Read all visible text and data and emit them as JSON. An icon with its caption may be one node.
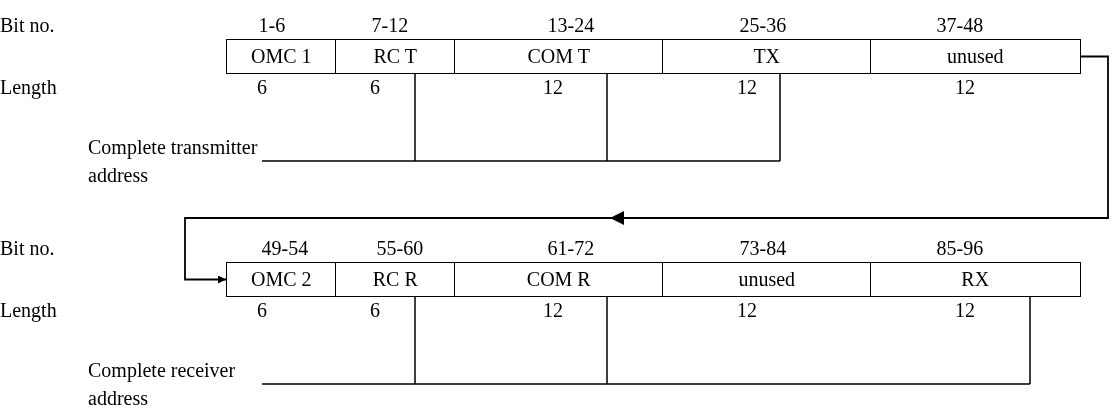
{
  "diagram": {
    "nodes": [
      {
        "text": [
          "OMC 1"
        ]
      },
      {
        "text": [
          "RC T"
        ]
      },
      {
        "text": [
          "COM T"
        ]
      },
      {
        "text": [
          "TX"
        ]
      },
      {
        "text": [
          "unused"
        ]
      },
      {
        "text": [
          "Complete transmitter address"
        ]
      },
      {
        "text": [
          "OMC 2"
        ]
      },
      {
        "text": [
          "RC R"
        ]
      },
      {
        "text": [
          "COM R"
        ]
      },
      {
        "text": [
          "unused"
        ]
      },
      {
        "text": [
          "RX"
        ]
      },
      {
        "text": [
          "Complete receiver address"
        ]
      }
    ],
    "edges": [
      {
        "from": 4,
        "to": 6,
        "arrow": "to"
      },
      {
        "from": 5,
        "to": 1,
        "arrow": "none"
      },
      {
        "from": 5,
        "to": 2,
        "arrow": "none"
      },
      {
        "from": 5,
        "to": 3,
        "arrow": "none"
      },
      {
        "from": 11,
        "to": 7,
        "arrow": "none"
      },
      {
        "from": 11,
        "to": 8,
        "arrow": "none"
      },
      {
        "from": 11,
        "to": 10,
        "arrow": "none"
      }
    ],
    "labels": [
      "Bit no.",
      "1-6",
      "7-12",
      "13-24",
      "25-36",
      "37-48",
      "Length",
      "6",
      "6",
      "12",
      "12",
      "12",
      "Bit no.",
      "49-54",
      "55-60",
      "61-72",
      "73-84",
      "85-96",
      "Length",
      "6",
      "6",
      "12",
      "12",
      "12"
    ]
  }
}
